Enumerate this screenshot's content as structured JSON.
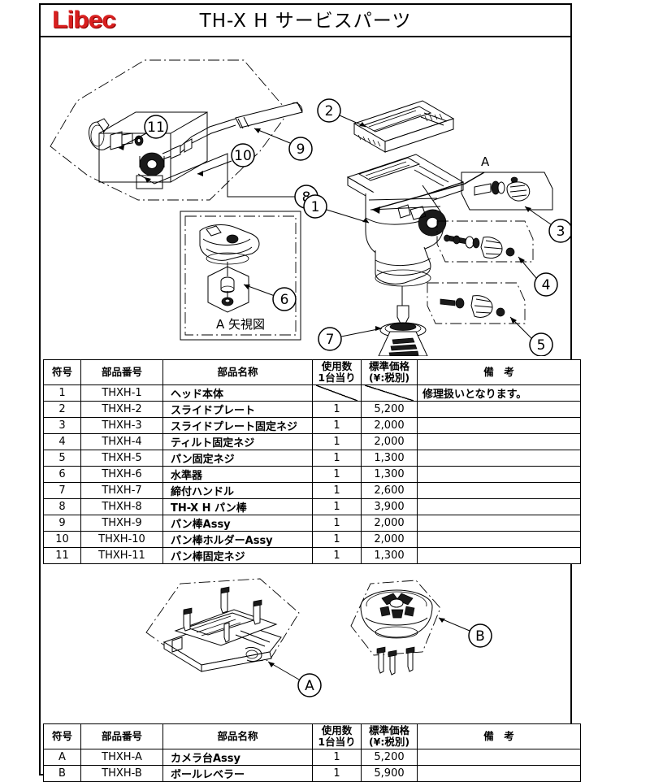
{
  "header": {
    "logo_text": "Libec",
    "logo_color": "#d81f1f",
    "title": "TH-X H  サービスパーツ"
  },
  "diagram": {
    "view_label": "A 矢視図",
    "section_arrow_label": "A",
    "callouts_top": [
      "1",
      "2",
      "3",
      "4",
      "5",
      "6",
      "7",
      "8",
      "9",
      "10",
      "11"
    ],
    "callouts_bottom": [
      "A",
      "B"
    ]
  },
  "table_main": {
    "columns": [
      "符号",
      "部品番号",
      "部品名称",
      "使用数\n1台当り",
      "標準価格\n(¥:税別)",
      "備　考"
    ],
    "headers": {
      "symbol": "符号",
      "part_number": "部品番号",
      "part_name": "部品名称",
      "qty_line1": "使用数",
      "qty_line2": "1台当り",
      "price_line1": "標準価格",
      "price_line2": "(¥:税別)",
      "remarks": "備　考"
    },
    "rows": [
      {
        "symbol": "1",
        "part_number": "THXH-1",
        "part_name": "ヘッド本体",
        "qty": "",
        "price": "",
        "remarks": "修理扱いとなります。"
      },
      {
        "symbol": "2",
        "part_number": "THXH-2",
        "part_name": "スライドプレート",
        "qty": "1",
        "price": "5,200",
        "remarks": ""
      },
      {
        "symbol": "3",
        "part_number": "THXH-3",
        "part_name": "スライドプレート固定ネジ",
        "qty": "1",
        "price": "2,000",
        "remarks": ""
      },
      {
        "symbol": "4",
        "part_number": "THXH-4",
        "part_name": "ティルト固定ネジ",
        "qty": "1",
        "price": "2,000",
        "remarks": ""
      },
      {
        "symbol": "5",
        "part_number": "THXH-5",
        "part_name": "パン固定ネジ",
        "qty": "1",
        "price": "1,300",
        "remarks": ""
      },
      {
        "symbol": "6",
        "part_number": "THXH-6",
        "part_name": "水準器",
        "qty": "1",
        "price": "1,300",
        "remarks": ""
      },
      {
        "symbol": "7",
        "part_number": "THXH-7",
        "part_name": "締付ハンドル",
        "qty": "1",
        "price": "2,600",
        "remarks": ""
      },
      {
        "symbol": "8",
        "part_number": "THXH-8",
        "part_name": "TH-X H パン棒",
        "qty": "1",
        "price": "3,900",
        "remarks": ""
      },
      {
        "symbol": "9",
        "part_number": "THXH-9",
        "part_name": "パン棒Assy",
        "qty": "1",
        "price": "2,000",
        "remarks": ""
      },
      {
        "symbol": "10",
        "part_number": "THXH-10",
        "part_name": "パン棒ホルダーAssy",
        "qty": "1",
        "price": "2,000",
        "remarks": ""
      },
      {
        "symbol": "11",
        "part_number": "THXH-11",
        "part_name": "パン棒固定ネジ",
        "qty": "1",
        "price": "1,300",
        "remarks": ""
      }
    ]
  },
  "table_sub": {
    "headers": {
      "symbol": "符号",
      "part_number": "部品番号",
      "part_name": "部品名称",
      "qty_line1": "使用数",
      "qty_line2": "1台当り",
      "price_line1": "標準価格",
      "price_line2": "(¥:税別)",
      "remarks": "備　考"
    },
    "rows": [
      {
        "symbol": "A",
        "part_number": "THXH-A",
        "part_name": "カメラ台Assy",
        "qty": "1",
        "price": "5,200",
        "remarks": ""
      },
      {
        "symbol": "B",
        "part_number": "THXH-B",
        "part_name": "ボールレベラー",
        "qty": "1",
        "price": "5,900",
        "remarks": ""
      }
    ]
  }
}
